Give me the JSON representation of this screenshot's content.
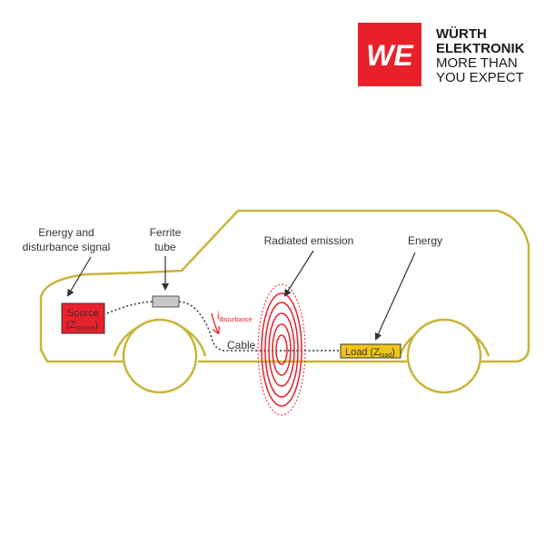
{
  "logo": {
    "mark": "WE",
    "company": "WÜRTH",
    "company2": "ELEKTRONIK",
    "slogan1": "MORE THAN",
    "slogan2": "YOU EXPECT"
  },
  "labels": {
    "energy_disturbance_1": "Energy and",
    "energy_disturbance_2": "disturbance signal",
    "ferrite_1": "Ferrite",
    "ferrite_2": "tube",
    "radiated": "Radiated emission",
    "energy": "Energy",
    "cable": "Cable",
    "i_main": "i",
    "i_sub": "disturbance"
  },
  "source_box": {
    "title": "Source",
    "z_main": "(Z",
    "z_sub": "source",
    "z_close": ")"
  },
  "load_box": {
    "main": "Load (Z",
    "sub": "load",
    "close": ")"
  },
  "colors": {
    "brand_red": "#e8202a",
    "car_outline": "#c8b43a",
    "source_fill": "#e8202a",
    "load_fill": "#f0c419",
    "ferrite_fill": "#c8c8c8",
    "emission": "#e8202a"
  }
}
